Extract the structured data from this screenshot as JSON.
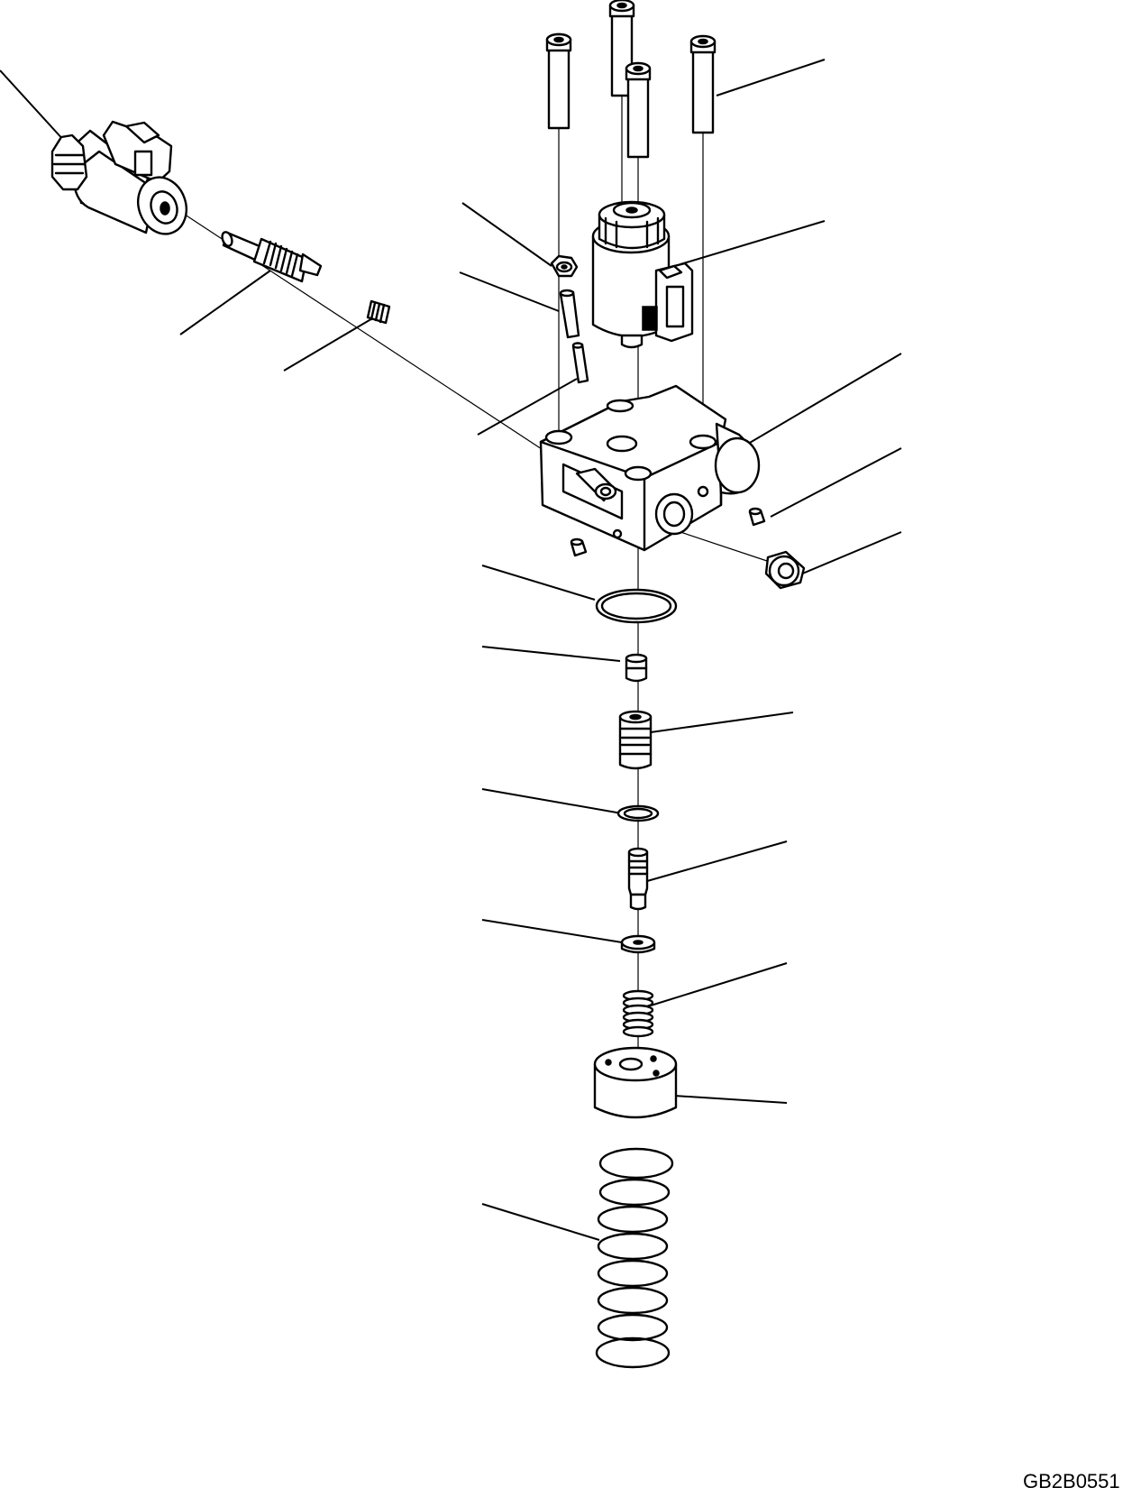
{
  "drawing": {
    "code": "GB2B0551"
  },
  "parts": [
    {
      "id": "solenoid-side"
    },
    {
      "id": "solenoid-top"
    },
    {
      "id": "cap-screws"
    },
    {
      "id": "valve-body"
    },
    {
      "id": "spring-large"
    }
  ]
}
